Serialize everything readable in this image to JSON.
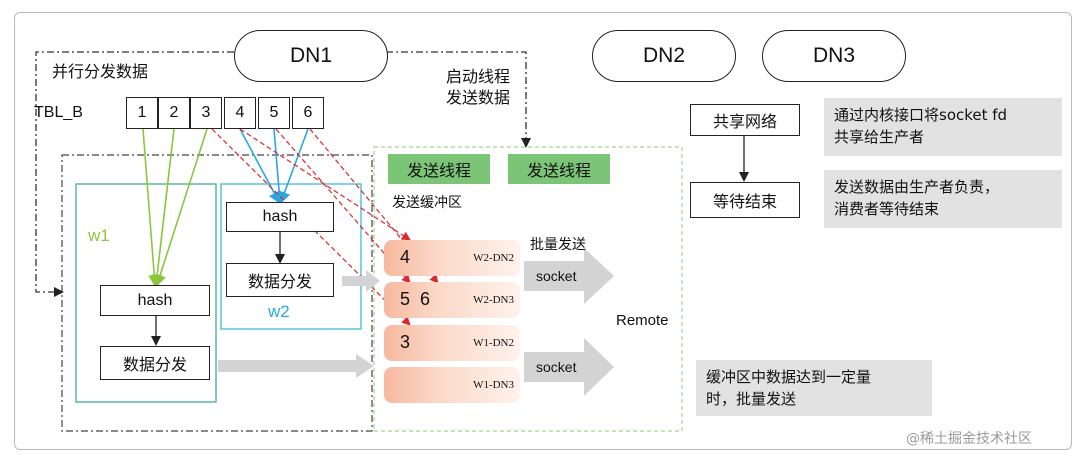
{
  "nodes": {
    "dn1": "DN1",
    "dn2": "DN2",
    "dn3": "DN3"
  },
  "labels": {
    "parallel_dispatch": "并行分发数据",
    "start_thread_line1": "启动线程",
    "start_thread_line2": "发送数据",
    "table_name": "TBL_B",
    "w1": "w1",
    "w2": "w2",
    "send_buffer": "发送缓冲区",
    "batch_send": "批量发送",
    "remote": "Remote"
  },
  "table_cells": [
    "1",
    "2",
    "3",
    "4",
    "5",
    "6"
  ],
  "worker_boxes": {
    "hash": "hash",
    "dispatch": "数据分发"
  },
  "send_threads": [
    "发送线程",
    "发送线程"
  ],
  "buffers": [
    {
      "nums": "4",
      "tag": "W2-DN2"
    },
    {
      "nums": "5  6",
      "tag": "W2-DN3"
    },
    {
      "nums": "3",
      "tag": "W1-DN2"
    },
    {
      "nums": "",
      "tag": "W1-DN3"
    }
  ],
  "sockets": [
    "socket",
    "socket"
  ],
  "flow": {
    "share_network": "共享网络",
    "wait_end": "等待结束"
  },
  "notes": {
    "note1_line1": "通过内核接口将socket fd",
    "note1_line2": "共享给生产者",
    "note2_line1": "发送数据由生产者负责，",
    "note2_line2": "消费者等待结束",
    "note3_line1": "缓冲区中数据达到一定量",
    "note3_line2": "时，批量发送"
  },
  "watermark": "@稀土掘金技术社区",
  "colors": {
    "green_arrow": "#8cc63f",
    "blue_arrow": "#2aa7e0",
    "red_dash": "#e0262b",
    "worker_border": "#5cb89c",
    "green_button": "#7cc576"
  }
}
